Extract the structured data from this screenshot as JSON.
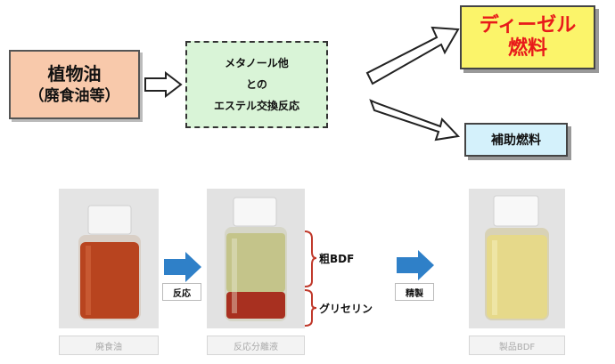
{
  "flow": {
    "oil_line1": "植物油",
    "oil_line2": "（廃食油等）",
    "reaction_line1": "メタノール他",
    "reaction_line2": "との",
    "reaction_line3": "エステル交換反応",
    "diesel_line1": "ディーゼル",
    "diesel_line2": "燃料",
    "aux": "補助燃料"
  },
  "photos": {
    "waste_oil_caption": "廃食油",
    "reaction_caption": "反応分離液",
    "product_caption": "製品BDF",
    "step1_label": "反応",
    "step2_label": "精製",
    "crude_bdf_label": "粗BDF",
    "glycerin_label": "グリセリン"
  },
  "colors": {
    "waste_oil": "#b8441f",
    "crude_bdf": "#c4c48a",
    "glycerin": "#a83020",
    "product_bdf": "#e6d98a",
    "step_arrow": "#2f80c8",
    "brace": "#c0392b"
  }
}
